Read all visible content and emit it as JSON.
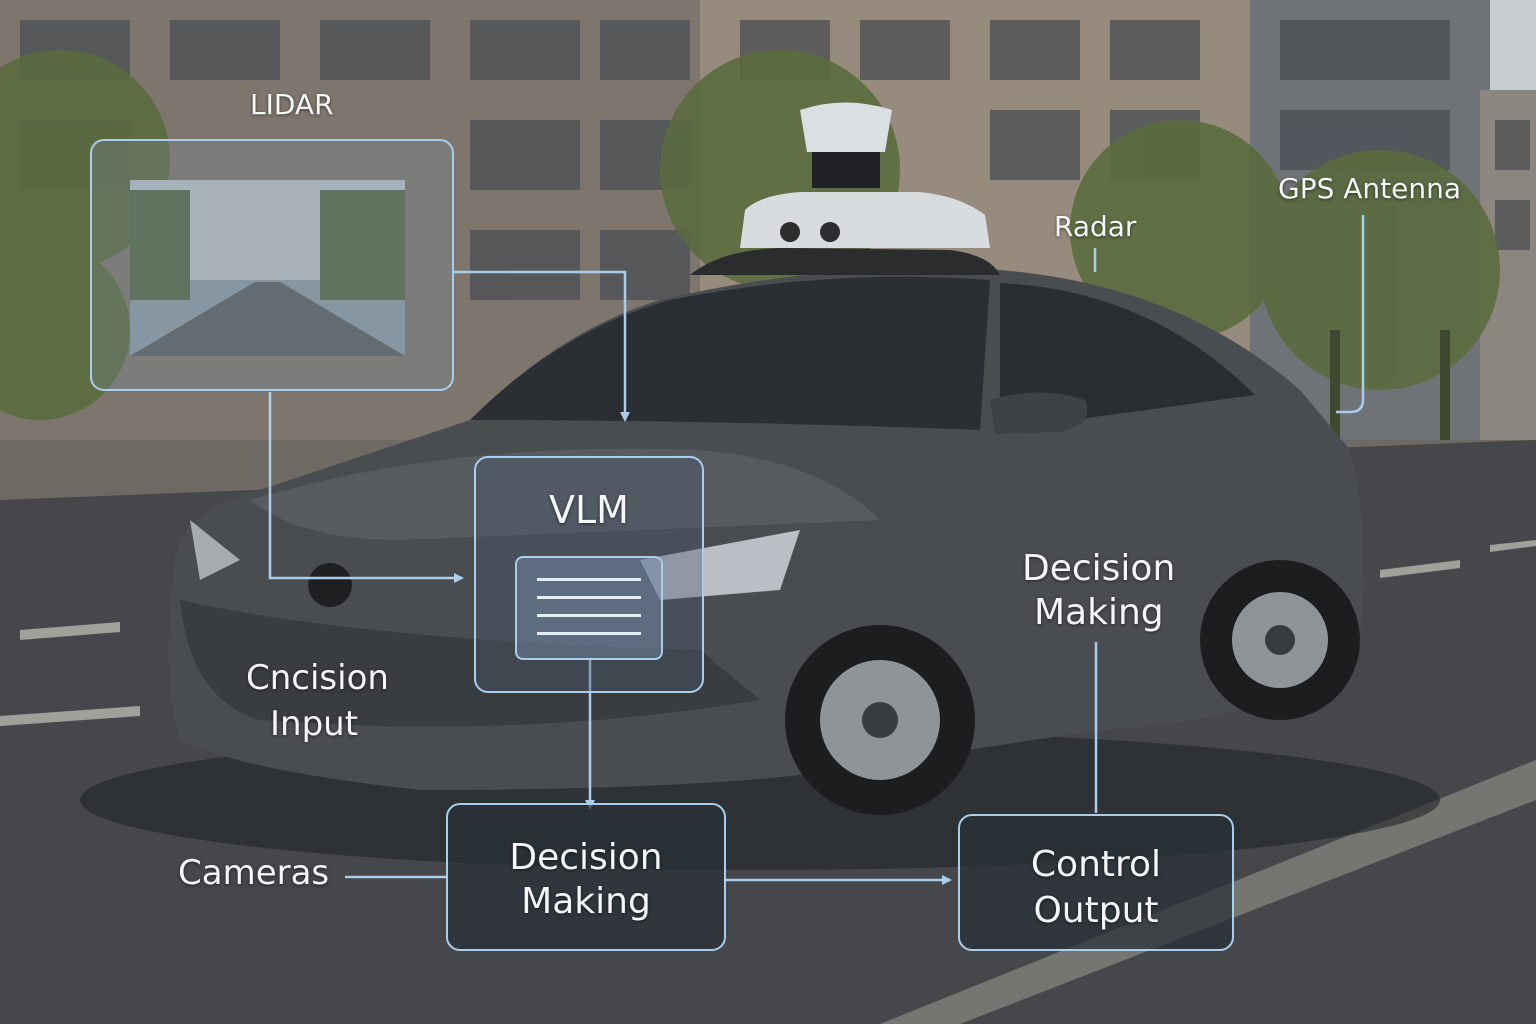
{
  "labels": {
    "lidar": "LIDAR",
    "radar": "Radar",
    "gps_antenna": "GPS Antenna",
    "cameras": "Cameras",
    "cncision_line1": "Cncision",
    "cncision_line2": "Input",
    "side_decision_line1": "Decision",
    "side_decision_line2": "Making"
  },
  "boxes": {
    "vlm": "VLM",
    "decision_line1": "Decision",
    "decision_line2": "Making",
    "control_line1": "Control",
    "control_line2": "Output"
  },
  "colors": {
    "connector": "#a9cdea",
    "label_text": "#f4f6f8",
    "car_body": "#4a4d50"
  }
}
